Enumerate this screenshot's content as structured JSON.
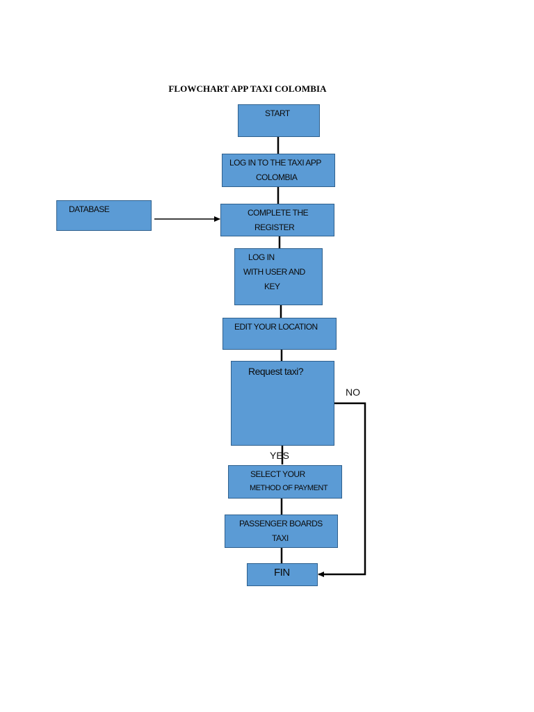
{
  "title": "FLOWCHART APP TAXI COLOMBIA",
  "nodes": {
    "start": {
      "lines": [
        "START"
      ]
    },
    "login_app": {
      "lines": [
        "LOG IN TO THE TAXI APP",
        "COLOMBIA"
      ]
    },
    "database": {
      "lines": [
        "DATABASE"
      ]
    },
    "register": {
      "lines": [
        "COMPLETE THE",
        "REGISTER"
      ]
    },
    "login_user": {
      "lines": [
        "LOG IN",
        "WITH USER AND",
        "KEY"
      ]
    },
    "location": {
      "lines": [
        "EDIT YOUR LOCATION"
      ]
    },
    "request": {
      "lines": [
        "Request taxi?"
      ]
    },
    "payment": {
      "lines": [
        "SELECT YOUR",
        "METHOD OF PAYMENT"
      ]
    },
    "boards": {
      "lines": [
        "PASSENGER BOARDS",
        "TAXI"
      ]
    },
    "fin": {
      "lines": [
        "FIN"
      ]
    }
  },
  "branch_labels": {
    "no": "NO",
    "yes": "YES"
  },
  "colors": {
    "box_fill": "#5b9bd5",
    "box_border": "#2e5f8c",
    "connector": "#000000"
  }
}
